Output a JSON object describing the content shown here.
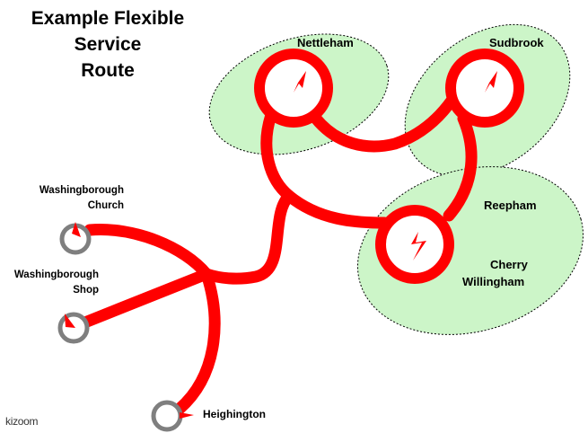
{
  "title": {
    "line1": "Example Flexible",
    "line2": "Service",
    "line3": "Route"
  },
  "zones": [
    "Nettleham",
    "Sudbrook",
    "Reepham",
    "Cherry Willingham"
  ],
  "stops": {
    "nettleham": "Nettleham",
    "sudbrook": "Sudbrook",
    "reepham": "Reepham",
    "cherry_line1": "Cherry",
    "cherry_line2": "Willingham",
    "wash_church_line1": "Washingborough",
    "wash_church_line2": "Church",
    "wash_shop_line1": "Washingborough",
    "wash_shop_line2": "Shop",
    "heighington": "Heighington"
  },
  "brand": "kizoom",
  "colors": {
    "route": "#ff0000",
    "zone_fill": "#ccf5c8",
    "stop_ring": "#7f7f7f"
  }
}
